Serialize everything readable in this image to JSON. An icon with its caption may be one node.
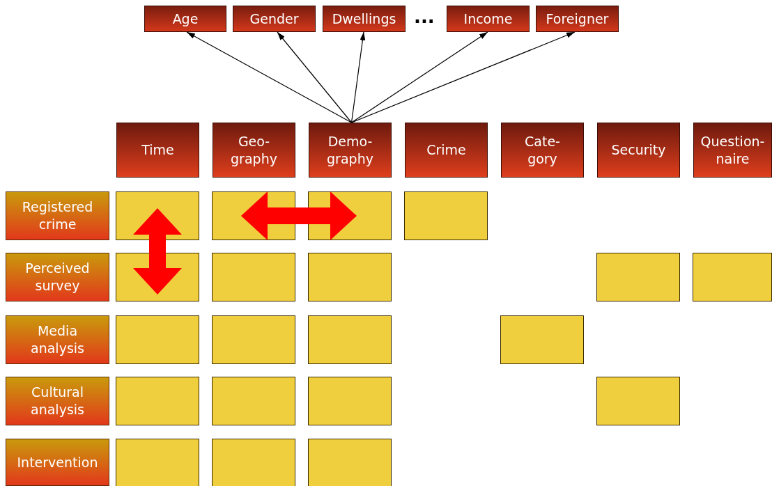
{
  "diagram": {
    "nodes": [
      {
        "text": [
          "Age"
        ]
      },
      {
        "text": [
          "Gender"
        ]
      },
      {
        "text": [
          "Dwellings"
        ]
      },
      {
        "text": [
          "Income"
        ]
      },
      {
        "text": [
          "Foreigner"
        ]
      },
      {
        "text": [
          "Time"
        ]
      },
      {
        "text": [
          "Geo- graphy"
        ]
      },
      {
        "text": [
          "Demo- graphy"
        ]
      },
      {
        "text": [
          "Crime"
        ]
      },
      {
        "text": [
          "Cate- gory"
        ]
      },
      {
        "text": [
          "Security"
        ]
      },
      {
        "text": [
          "Question- naire"
        ]
      },
      {
        "text": [
          "Registered crime"
        ]
      },
      {
        "text": [
          "Perceived survey"
        ]
      },
      {
        "text": [
          "Media analysis"
        ]
      },
      {
        "text": [
          "Cultural analysis"
        ]
      },
      {
        "text": [
          "Intervention"
        ]
      },
      {
        "text": [],
        "shape": "box"
      },
      {
        "text": [],
        "shape": "box"
      },
      {
        "text": [],
        "shape": "box"
      },
      {
        "text": [],
        "shape": "box"
      },
      {
        "text": [],
        "shape": "box"
      },
      {
        "text": [],
        "shape": "box"
      },
      {
        "text": [],
        "shape": "box"
      },
      {
        "text": [],
        "shape": "box"
      },
      {
        "text": [],
        "shape": "box"
      },
      {
        "text": [],
        "shape": "box"
      },
      {
        "text": [],
        "shape": "box"
      },
      {
        "text": [],
        "shape": "box"
      },
      {
        "text": [],
        "shape": "box"
      },
      {
        "text": [],
        "shape": "box"
      },
      {
        "text": [],
        "shape": "box"
      },
      {
        "text": [],
        "shape": "box"
      },
      {
        "text": [],
        "shape": "box"
      },
      {
        "text": [],
        "shape": "box"
      },
      {
        "text": [],
        "shape": "box"
      },
      {
        "text": [],
        "shape": "box"
      }
    ],
    "edges": [
      {
        "from": 7,
        "to": 0,
        "arrow": "to"
      },
      {
        "from": 7,
        "to": 1,
        "arrow": "to"
      },
      {
        "from": 7,
        "to": 2,
        "arrow": "to"
      },
      {
        "from": 7,
        "to": 3,
        "arrow": "to"
      },
      {
        "from": 7,
        "to": 4,
        "arrow": "to"
      },
      {
        "from": 17,
        "to": 21,
        "arrow": "both",
        "style": "thick",
        "color": "#ff0000"
      },
      {
        "from": 18,
        "to": 19,
        "arrow": "both",
        "style": "thick",
        "color": "#ff0000"
      }
    ],
    "labels": [
      "..."
    ]
  }
}
